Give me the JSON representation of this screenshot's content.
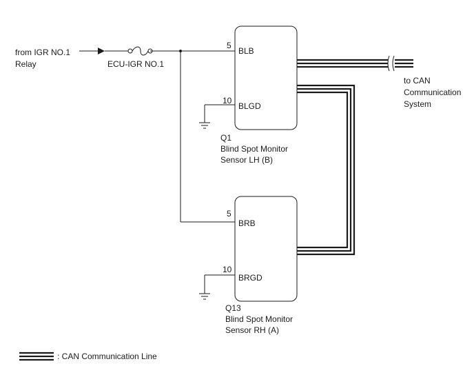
{
  "source": {
    "line1": "from IGR NO.1",
    "line2": "Relay"
  },
  "fuse": {
    "label": "ECU-IGR NO.1"
  },
  "destination": {
    "line1": "to CAN",
    "line2": "Communication",
    "line3": "System"
  },
  "sensor_lh": {
    "code": "Q1",
    "name_line1": "Blind Spot Monitor",
    "name_line2": "Sensor LH (B)",
    "pin_power_number": "5",
    "pin_power_name": "BLB",
    "pin_ground_number": "10",
    "pin_ground_name": "BLGD"
  },
  "sensor_rh": {
    "code": "Q13",
    "name_line1": "Blind Spot Monitor",
    "name_line2": "Sensor RH (A)",
    "pin_power_number": "5",
    "pin_power_name": "BRB",
    "pin_ground_number": "10",
    "pin_ground_name": "BRGD"
  },
  "legend": {
    "label": ": CAN Communication Line"
  }
}
